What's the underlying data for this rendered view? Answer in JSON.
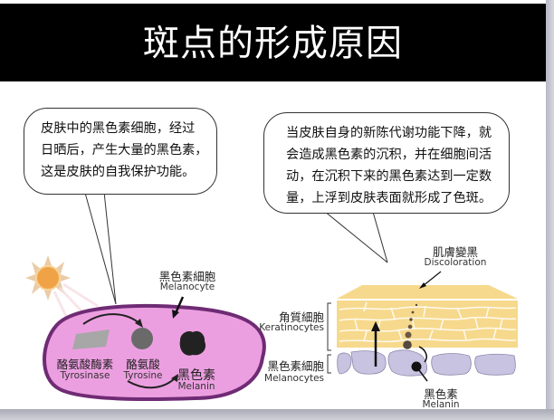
{
  "slide": {
    "title": "斑点的形成原因",
    "colors": {
      "title_bg": "#000000",
      "title_fg": "#ffffff",
      "cell_fill": "#ec9fe0",
      "cell_border": "#6f2b74",
      "sun": "#f0a346",
      "keratinocyte": "#f6d98c",
      "melanocyte_layer": "#c8c3e0",
      "melanin": "#222222"
    }
  },
  "bubbles": [
    {
      "lines": [
        "皮肤中的黑色素细胞，经过",
        "日晒后，产生大量的黑色素，",
        "这是皮肤的自我保护功能。"
      ]
    },
    {
      "lines": [
        "当皮肤自身的新陈代谢功能下降，就",
        "会造成黑色素的沉积，并在细胞间活",
        "动，在沉积下来的黑色素达到一定数",
        "量，上浮到皮肤表面就形成了色斑。"
      ]
    }
  ],
  "left_diagram": {
    "cell_label": {
      "zh": "黑色素細胞",
      "en": "Melanocyte"
    },
    "tyrosinase": {
      "zh": "酪氨酸酶素",
      "en": "Tyrosinase"
    },
    "tyrosine": {
      "zh": "酪氨酸",
      "en": "Tyrosine"
    },
    "melanin": {
      "zh": "黑色素",
      "en": "Melanin"
    }
  },
  "right_diagram": {
    "discoloration": {
      "zh": "肌膚變黑",
      "en": "Discoloration"
    },
    "keratinocytes": {
      "zh": "角質細胞",
      "en": "Keratinocytes"
    },
    "melanocytes": {
      "zh": "黑色素細胞",
      "en": "Melanocytes"
    },
    "melanin": {
      "zh": "黑色素",
      "en": "Melanin"
    }
  }
}
